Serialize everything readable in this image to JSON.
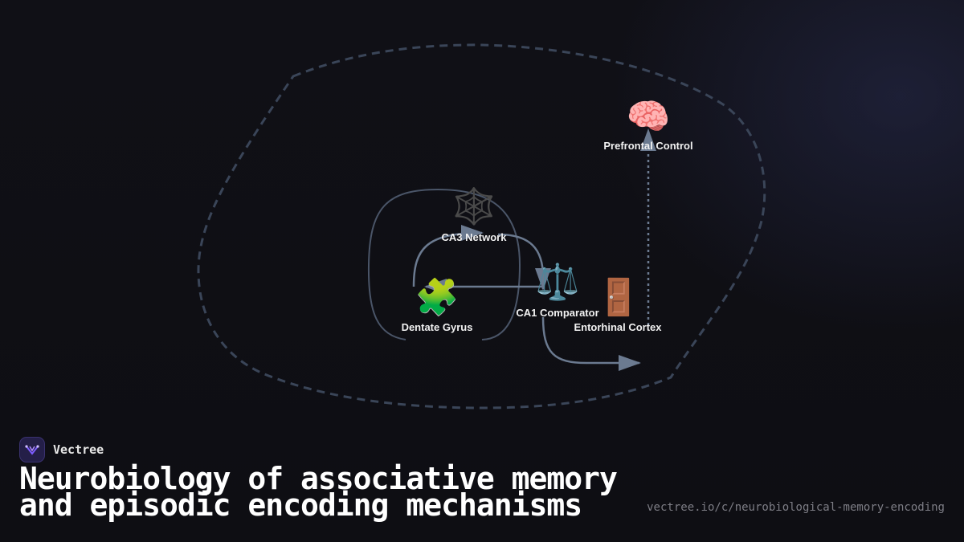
{
  "brand": {
    "name": "Vectree",
    "logo_icon": "vectree-logo-icon",
    "logo_color": "#7c5cff"
  },
  "title": {
    "line1": "Neurobiology of associative memory",
    "line2": "and episodic encoding mechanisms"
  },
  "url": "vectree.io/c/neurobiological-memory-encoding",
  "diagram": {
    "nodes": {
      "prefrontal": {
        "label": "Prefrontal Control",
        "icon": "🧠"
      },
      "ca3": {
        "label": "CA3 Network",
        "icon": "🕸️"
      },
      "dentate": {
        "label": "Dentate Gyrus",
        "icon": "🧩"
      },
      "ca1": {
        "label": "CA1 Comparator",
        "icon": "⚖️"
      },
      "entorhinal": {
        "label": "Entorhinal Cortex",
        "icon": "🚪"
      }
    },
    "colors": {
      "edge": "#6b7a90",
      "boundary": "#3a4558",
      "text": "#f2f2f2"
    }
  }
}
